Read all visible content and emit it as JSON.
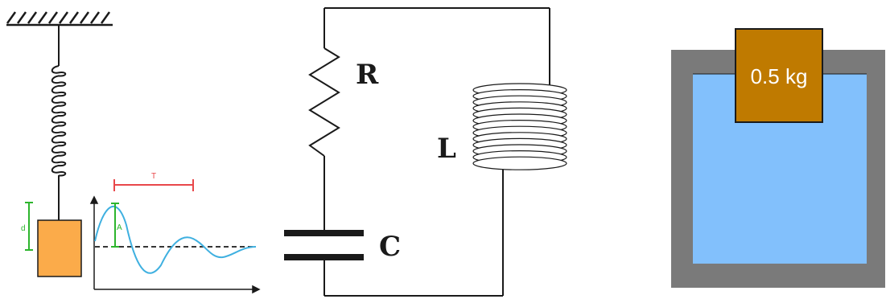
{
  "colors": {
    "line": "#1a1a1a",
    "block": "#fbab4a",
    "measure": "#2db52d",
    "period": "#e8474a",
    "wave": "#3fb0e0",
    "container": "#7a7a7a",
    "water": "#82c0fc",
    "mass_block": "#bf7a00",
    "mass_text": "#ffffff"
  },
  "icons": [
    "ceiling-hatch-icon",
    "spring-icon",
    "resistor-icon",
    "inductor-coil-icon",
    "capacitor-icon"
  ],
  "oscillator": {
    "displacement_label": "d",
    "amplitude_label": "A",
    "period_label": "T"
  },
  "circuit": {
    "resistor_label": "R",
    "inductor_label": "L",
    "capacitor_label": "C"
  },
  "buoyancy": {
    "mass_label": "0.5 kg"
  }
}
